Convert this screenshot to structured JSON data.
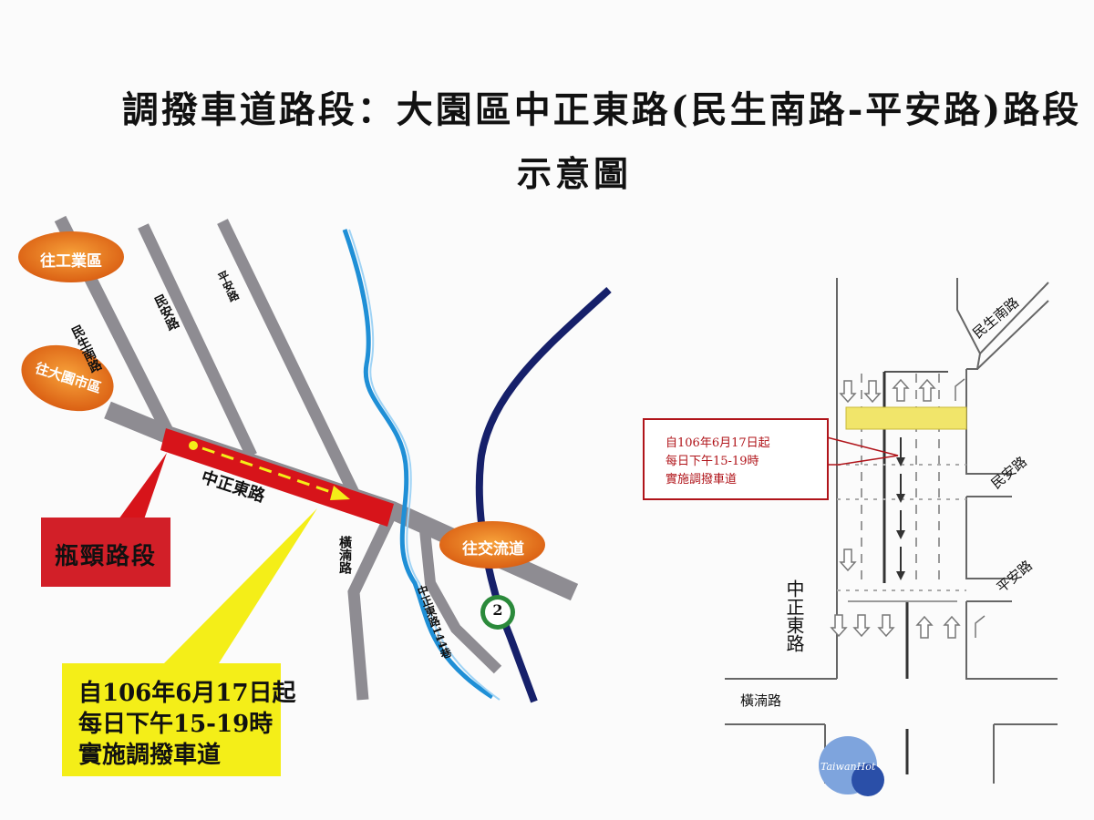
{
  "title": {
    "line1": "調撥車道路段：大園區中正東路(民生南路-平安路)路段",
    "line2": "示意圖"
  },
  "left_map": {
    "signs": {
      "industrial": "往工業區",
      "dayuan": "往大園市區",
      "interchange": "往交流道"
    },
    "roads": {
      "minsheng_south": "民生南路",
      "minan": "民安路",
      "pingan": "平安路",
      "zhongzheng_east": "中正東路",
      "hengchuan": "橫湳路",
      "lane_144": "中正東路144巷"
    },
    "route_number": "2",
    "bottleneck_label": "瓶頸路段",
    "notice_lines": [
      "自106年6月17日起",
      "每日下午15-19時",
      "實施調撥車道"
    ]
  },
  "right_map": {
    "roads": {
      "minsheng_south": "民生南路",
      "minan": "民安路",
      "pingan": "平安路",
      "zhongzheng_east": "中正東路",
      "hengchuan": "橫湳路"
    },
    "notice_lines": [
      "自106年6月17日起",
      "每日下午15-19時",
      "實施調撥車道"
    ]
  },
  "watermark": "TaiwanHot",
  "colors": {
    "road_gray": "#8e8c92",
    "highlight_red": "#d7141a",
    "notice_yellow": "#f4ee18",
    "sign_orange": "#e8701c",
    "river_blue": "#1f8fd6",
    "highway_navy": "#16206a",
    "zone_yellow": "#f1e56a"
  }
}
